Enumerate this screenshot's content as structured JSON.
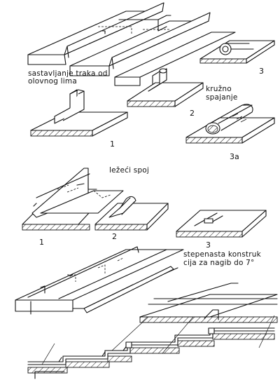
{
  "labels": {
    "joining_strips": "sastavljanje traka od\nolovnog lima",
    "round_joining": "kružno\nspajanje",
    "lying_joint": "ležeći spoj",
    "stepped_construction": "stepenasta konstruk\ncija za nagib do 7°"
  },
  "numbers": {
    "top_3": "3",
    "mid_2": "2",
    "left_1": "1",
    "top_3a": "3a",
    "lower_1": "1",
    "lower_2": "2",
    "lower_3": "3"
  },
  "colors": {
    "ink": "#111111",
    "paper": "#ffffff"
  }
}
